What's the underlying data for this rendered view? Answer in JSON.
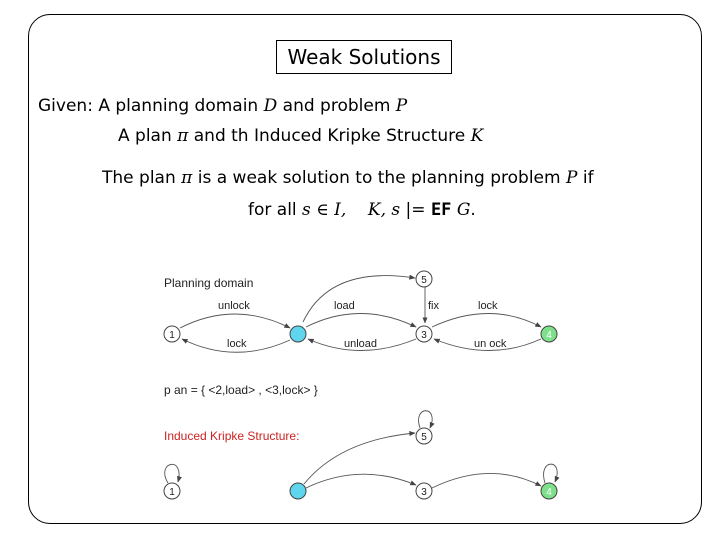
{
  "slide": {
    "title": "Weak Solutions",
    "given_label": "Given:",
    "line1_a": "A planning domain ",
    "line1_D": "D",
    "line1_b": " and problem ",
    "line1_P": "P",
    "line2_a": "A plan ",
    "line2_pi": "π",
    "line2_b": " and th Induced Kripke Structure ",
    "line2_K": "K",
    "def1_a": "The plan ",
    "def1_pi": "π",
    "def1_b": " is a weak solution to the planning problem ",
    "def1_P": "P",
    "def1_c": " if",
    "def2_a": "for all ",
    "def2_s": "s ∈ I,",
    "def2_K": "K, s",
    "def2_models": " |= ",
    "def2_EF": "EF",
    "def2_G": "G",
    "def2_end": "."
  },
  "diagram": {
    "domain_label": "Planning domain",
    "plan_text": "p an = { <2,load> , <3,lock> }",
    "kripke_label": "Induced Kripke Structure:",
    "nodes": {
      "n1": "1",
      "n5": "5",
      "n3": "3",
      "n4": "4"
    },
    "edges": {
      "unlock_top": "unlock",
      "lock_bottom": "lock",
      "load": "load",
      "unload": "unload",
      "fix": "fix",
      "lock_right": "lock",
      "unlock_right": "un ock"
    },
    "colors": {
      "node_two": "#5fd6ee",
      "node_four": "#7ee08a",
      "kripke_label": "#cc2222"
    }
  }
}
